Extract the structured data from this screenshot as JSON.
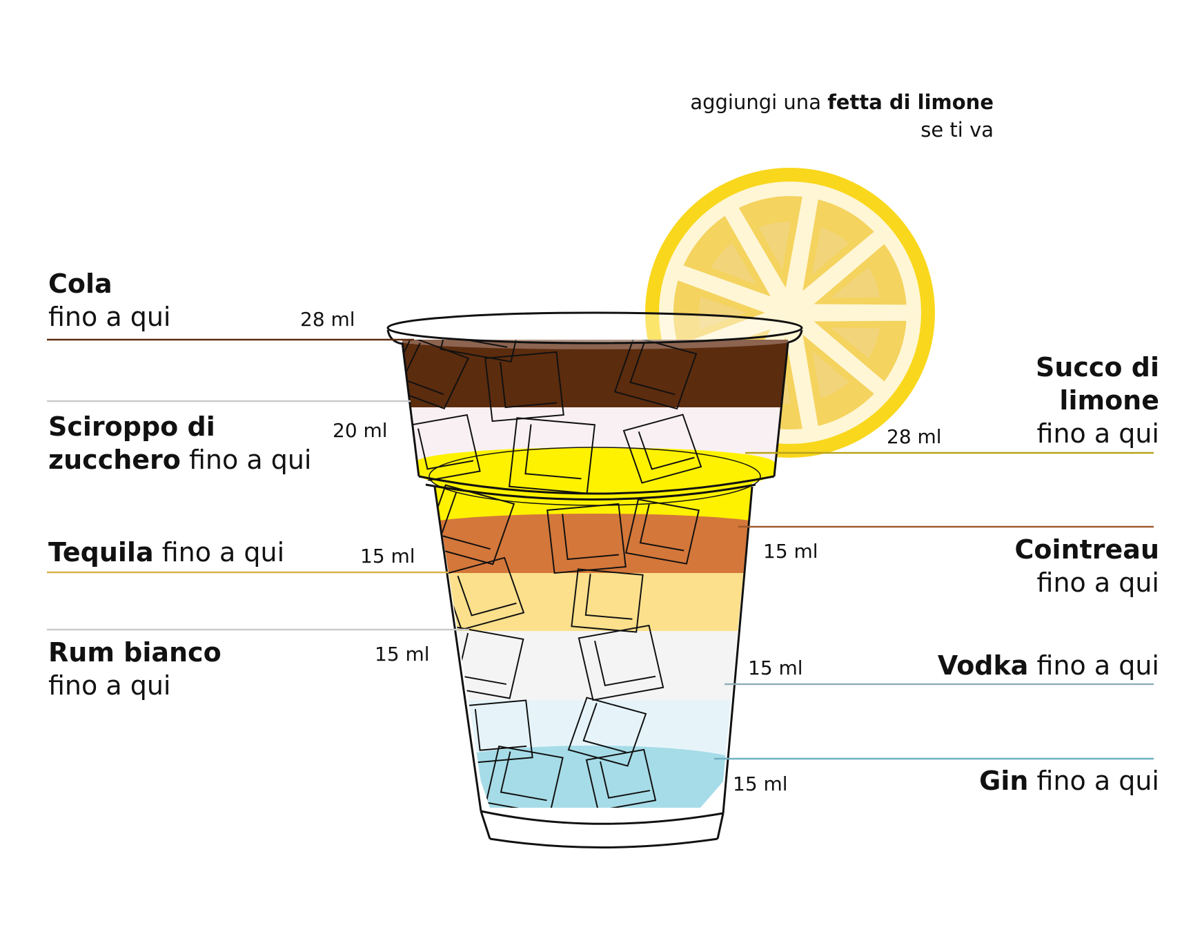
{
  "garnish_note": {
    "prefix": "aggiungi una",
    "bold": "fetta di limone",
    "line2": "se ti va"
  },
  "ingredients": [
    {
      "id": "cola",
      "name": "Cola",
      "suffix": "fino a qui",
      "amount": "28 ml",
      "color": "#5C2C0E"
    },
    {
      "id": "sciroppo",
      "name_line1": "Sciroppo di",
      "name_line2": "zucchero",
      "suffix": "fino a qui",
      "amount": "20 ml",
      "color": "#F8F0F2"
    },
    {
      "id": "succo",
      "name_line1": "Succo di",
      "name_line2": "limone",
      "suffix": "fino a qui",
      "amount": "28 ml",
      "color": "#FFF200"
    },
    {
      "id": "cointreau",
      "name": "Cointreau",
      "suffix": "fino a qui",
      "amount": "15 ml",
      "color": "#D4773A"
    },
    {
      "id": "tequila",
      "name": "Tequila",
      "suffix": "fino a qui",
      "amount": "15 ml",
      "color": "#FCE08C"
    },
    {
      "id": "rum",
      "name": "Rum bianco",
      "suffix": "fino a qui",
      "amount": "15 ml",
      "color": "#F4F4F4"
    },
    {
      "id": "vodka",
      "name": "Vodka",
      "suffix": "fino a qui",
      "amount": "15 ml",
      "color": "#E6F4FA"
    },
    {
      "id": "gin",
      "name": "Gin",
      "suffix": "fino a qui",
      "amount": "15 ml",
      "color": "#A6DCE8"
    }
  ],
  "lemon_colors": {
    "rind": "#F9D71C",
    "pith": "#FFF6D5",
    "segment": "#F4D35E",
    "segment_inner": "#F2D47A"
  }
}
